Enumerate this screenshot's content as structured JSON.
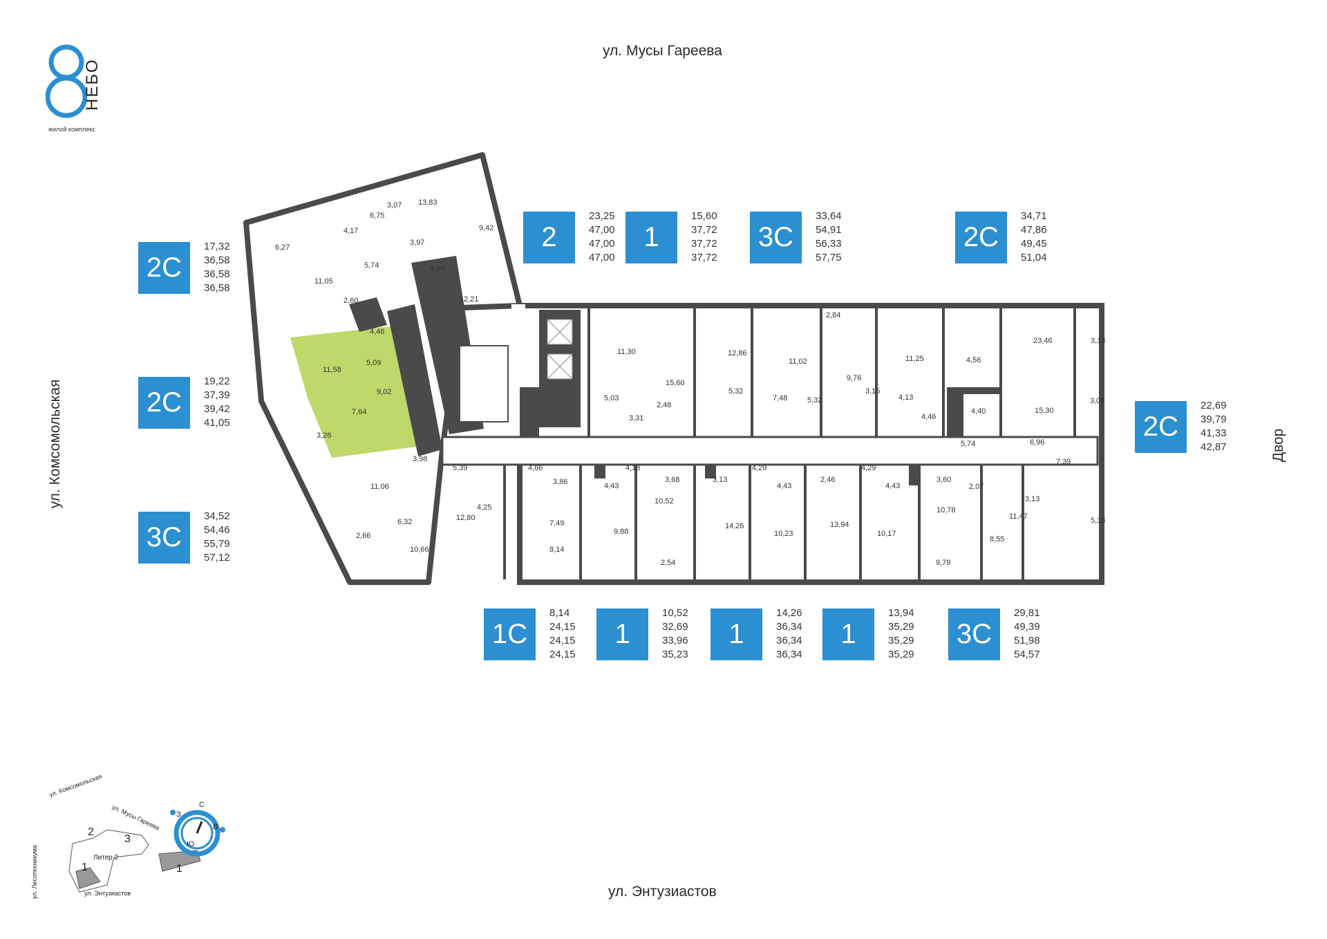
{
  "logo": {
    "brand": "НЕБО",
    "subtitle": "жилой комплекс",
    "accent_color": "#2b8fd1"
  },
  "streets": {
    "top": "ул. Мусы Гареева",
    "bottom": "ул. Энтузиастов",
    "left": "ул. Комсомольская",
    "right": "Двор"
  },
  "apartments_top": [
    {
      "type": "2",
      "areas": [
        "23,25",
        "47,00",
        "47,00",
        "47,00"
      ]
    },
    {
      "type": "1",
      "areas": [
        "15,60",
        "37,72",
        "37,72",
        "37,72"
      ]
    },
    {
      "type": "3С",
      "areas": [
        "33,64",
        "54,91",
        "56,33",
        "57,75"
      ]
    },
    {
      "type": "2С",
      "areas": [
        "34,71",
        "47,86",
        "49,45",
        "51,04"
      ]
    }
  ],
  "apartments_left": [
    {
      "type": "2С",
      "areas": [
        "17,32",
        "36,58",
        "36,58",
        "36,58"
      ]
    },
    {
      "type": "2С",
      "areas": [
        "19,22",
        "37,39",
        "39,42",
        "41,05"
      ]
    },
    {
      "type": "3С",
      "areas": [
        "34,52",
        "54,46",
        "55,79",
        "57,12"
      ]
    }
  ],
  "apartments_right": [
    {
      "type": "2С",
      "areas": [
        "22,69",
        "39,79",
        "41,33",
        "42,87"
      ]
    }
  ],
  "apartments_bottom": [
    {
      "type": "1С",
      "areas": [
        "8,14",
        "24,15",
        "24,15",
        "24,15"
      ]
    },
    {
      "type": "1",
      "areas": [
        "10,52",
        "32,69",
        "33,96",
        "35,23"
      ]
    },
    {
      "type": "1",
      "areas": [
        "14,26",
        "36,34",
        "36,34",
        "36,34"
      ]
    },
    {
      "type": "1",
      "areas": [
        "13,94",
        "35,29",
        "35,29",
        "35,29"
      ]
    },
    {
      "type": "3С",
      "areas": [
        "29,81",
        "49,39",
        "51,98",
        "54,57"
      ]
    }
  ],
  "room_labels": [
    {
      "text": "3,07"
    },
    {
      "text": "13,83"
    },
    {
      "text": "6,75"
    },
    {
      "text": "6,27"
    },
    {
      "text": "4,17"
    },
    {
      "text": "9,42"
    },
    {
      "text": "3,97"
    },
    {
      "text": "5,74"
    },
    {
      "text": "4,50"
    },
    {
      "text": "11,05"
    },
    {
      "text": "12,21"
    },
    {
      "text": "2,60"
    },
    {
      "text": "4,46"
    },
    {
      "text": "11,58"
    },
    {
      "text": "5,09"
    },
    {
      "text": "9,02"
    },
    {
      "text": "7,64"
    },
    {
      "text": "3,26"
    },
    {
      "text": "3,98"
    },
    {
      "text": "11,06"
    },
    {
      "text": "5,39"
    },
    {
      "text": "6,32"
    },
    {
      "text": "12,80"
    },
    {
      "text": "4,25"
    },
    {
      "text": "2,66"
    },
    {
      "text": "10,66"
    },
    {
      "text": "11,30"
    },
    {
      "text": "15,60"
    },
    {
      "text": "5,03"
    },
    {
      "text": "3,31"
    },
    {
      "text": "2,48"
    },
    {
      "text": "12,86"
    },
    {
      "text": "5,32"
    },
    {
      "text": "11,02"
    },
    {
      "text": "7,48"
    },
    {
      "text": "5,32"
    },
    {
      "text": "2,84"
    },
    {
      "text": "9,76"
    },
    {
      "text": "3,15"
    },
    {
      "text": "4,13"
    },
    {
      "text": "11,25"
    },
    {
      "text": "4,46"
    },
    {
      "text": "4,56"
    },
    {
      "text": "23,46"
    },
    {
      "text": "3,18"
    },
    {
      "text": "4,40"
    },
    {
      "text": "15,30"
    },
    {
      "text": "3,08"
    },
    {
      "text": "5,74"
    },
    {
      "text": "6,96"
    },
    {
      "text": "7,39"
    },
    {
      "text": "4,66"
    },
    {
      "text": "3,86"
    },
    {
      "text": "4,18"
    },
    {
      "text": "4,43"
    },
    {
      "text": "3,68"
    },
    {
      "text": "3,13"
    },
    {
      "text": "4,29"
    },
    {
      "text": "4,43"
    },
    {
      "text": "2,46"
    },
    {
      "text": "4,29"
    },
    {
      "text": "4,43"
    },
    {
      "text": "3,60"
    },
    {
      "text": "2,07"
    },
    {
      "text": "3,13"
    },
    {
      "text": "7,49"
    },
    {
      "text": "9,88"
    },
    {
      "text": "10,52"
    },
    {
      "text": "14,26"
    },
    {
      "text": "10,23"
    },
    {
      "text": "13,94"
    },
    {
      "text": "10,17"
    },
    {
      "text": "10,78"
    },
    {
      "text": "11,47"
    },
    {
      "text": "8,55"
    },
    {
      "text": "5,18"
    },
    {
      "text": "8,14"
    },
    {
      "text": "2,54"
    },
    {
      "text": "9,79"
    }
  ],
  "minimap": {
    "street_komsomolskaya": "ул. Комсомольская",
    "street_gareeva": "ул. Мусы Гареева",
    "street_lesotekhnikuma": "ул. Лесотехникума",
    "street_entuziastov": "ул. Энтузиастов",
    "building_1": "1",
    "building_2": "2",
    "building_3": "3",
    "liter": "Литер 2",
    "small_building": "1"
  },
  "compass": {
    "north": "С",
    "south": "Ю",
    "west": "З",
    "east": "В"
  },
  "colors": {
    "badge": "#2b8fd1",
    "highlight": "#b7d45a",
    "wall": "#4a4a4a"
  }
}
